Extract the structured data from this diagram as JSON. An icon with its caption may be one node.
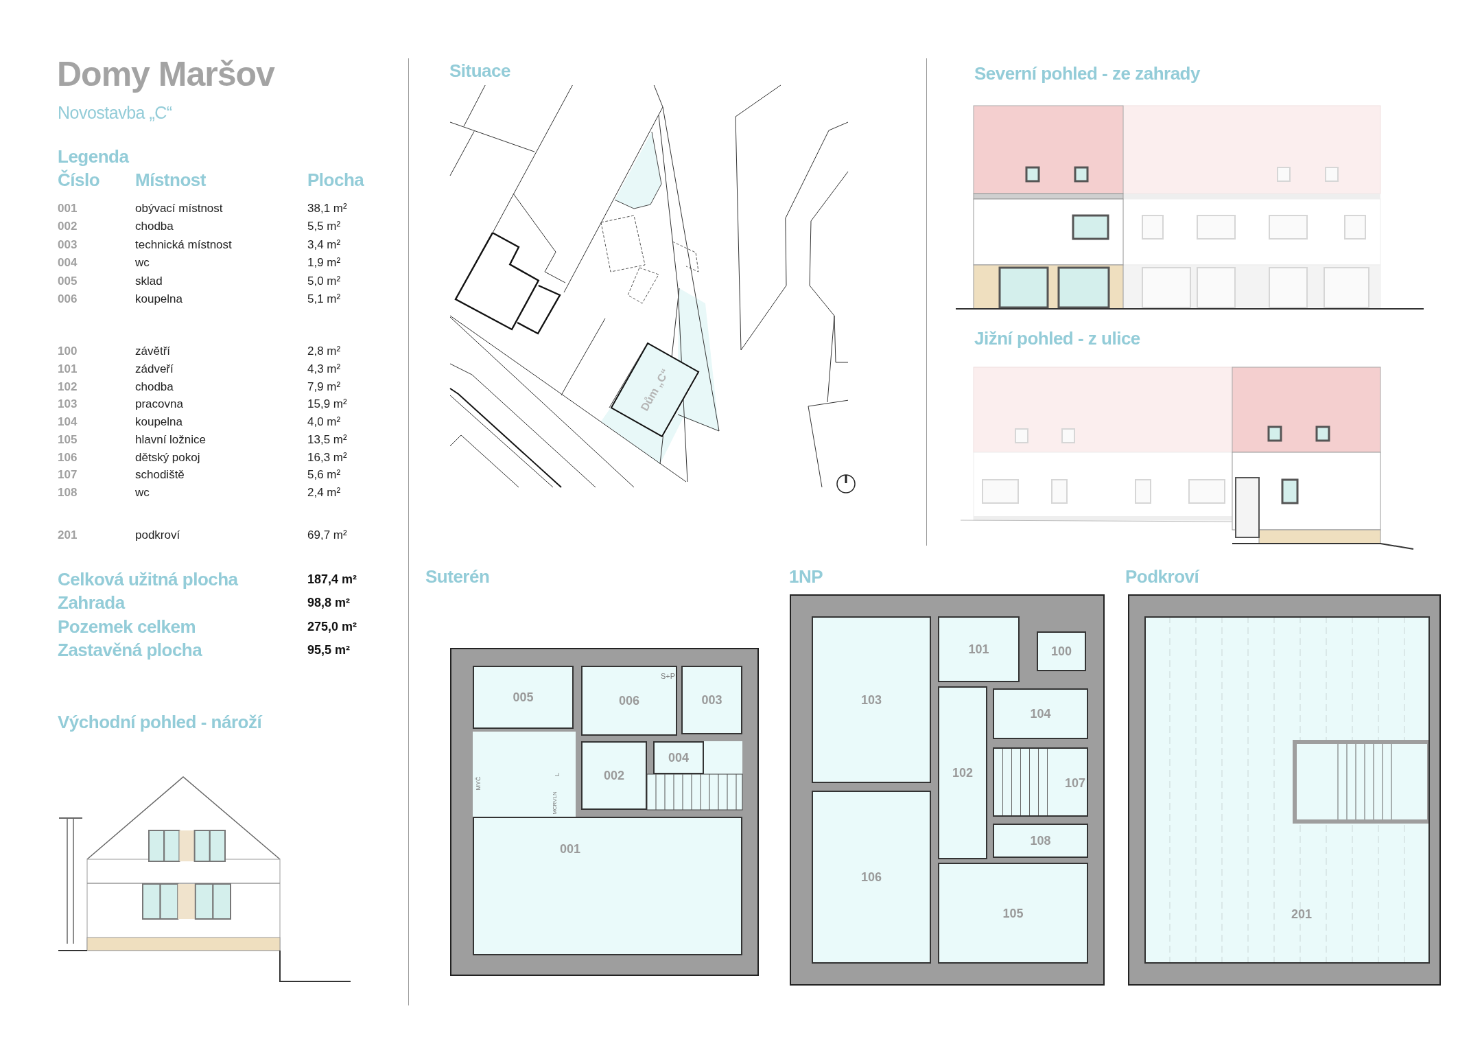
{
  "diagram": {
    "title": "Domy Maršov",
    "nodes": [
      {
        "text": [
          "Situace"
        ]
      },
      {
        "text": [
          "Dům „C“"
        ],
        "in": 0
      },
      {
        "text": [
          "Suterén"
        ]
      },
      {
        "text": [
          "005"
        ],
        "in": 2
      },
      {
        "text": [
          "006"
        ],
        "in": 2
      },
      {
        "text": [
          "003"
        ],
        "in": 2
      },
      {
        "text": [
          "004"
        ],
        "in": 2
      },
      {
        "text": [
          "002"
        ],
        "in": 2
      },
      {
        "text": [
          "001"
        ],
        "in": 2
      },
      {
        "text": [
          "1NP"
        ]
      },
      {
        "text": [
          "101"
        ],
        "in": 9
      },
      {
        "text": [
          "100"
        ],
        "in": 9
      },
      {
        "text": [
          "103"
        ],
        "in": 9
      },
      {
        "text": [
          "104"
        ],
        "in": 9
      },
      {
        "text": [
          "102"
        ],
        "in": 9
      },
      {
        "text": [
          "107"
        ],
        "in": 9
      },
      {
        "text": [
          "106"
        ],
        "in": 9
      },
      {
        "text": [
          "108"
        ],
        "in": 9
      },
      {
        "text": [
          "105"
        ],
        "in": 9
      },
      {
        "text": [
          "Podkroví"
        ]
      },
      {
        "text": [
          "201"
        ],
        "in": 19
      }
    ],
    "labels": [
      "Novostavba „C“",
      "Legenda",
      "Číslo",
      "Místnost",
      "Plocha",
      "001",
      "obývací místnost",
      "38,1 m²",
      "002",
      "chodba",
      "5,5 m²",
      "003",
      "technická místnost",
      "3,4 m²",
      "004",
      "wc",
      "1,9 m²",
      "005",
      "sklad",
      "5,0 m²",
      "006",
      "koupelna",
      "5,1 m²",
      "100",
      "závětří",
      "2,8 m²",
      "101",
      "zádveří",
      "4,3 m²",
      "102",
      "chodba",
      "7,9 m²",
      "103",
      "pracovna",
      "15,9 m²",
      "104",
      "koupelna",
      "4,0 m²",
      "105",
      "hlavní ložnice",
      "13,5 m²",
      "106",
      "dětský pokoj",
      "16,3 m²",
      "107",
      "schodiště",
      "5,6 m²",
      "108",
      "wc",
      "2,4 m²",
      "201",
      "podkroví",
      "69,7 m²",
      "Celková užitná plocha",
      "187,4 m²",
      "Zahrada",
      "98,8 m²",
      "Pozemek celkem",
      "275,0 m²",
      "Zastavěná plocha",
      "95,5 m²",
      "Severní pohled - ze zahrady",
      "Jižní pohled - z ulice",
      "Východní pohled - nároží",
      "S+P",
      "MYČ",
      "L",
      "MCRVLN"
    ]
  }
}
